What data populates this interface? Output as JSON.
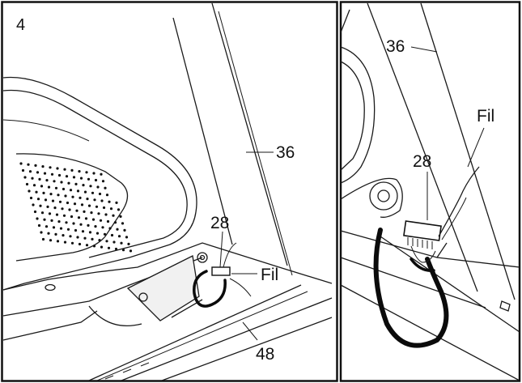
{
  "step_number": "4",
  "labels": {
    "left_frame": "36",
    "left_connector": "28",
    "left_wire": "Fil",
    "left_base": "48",
    "right_frame": "36",
    "right_wire": "Fil",
    "right_connector": "28"
  },
  "icons": [
    "wire-harness-icon",
    "connector-icon",
    "bolt-icon"
  ]
}
